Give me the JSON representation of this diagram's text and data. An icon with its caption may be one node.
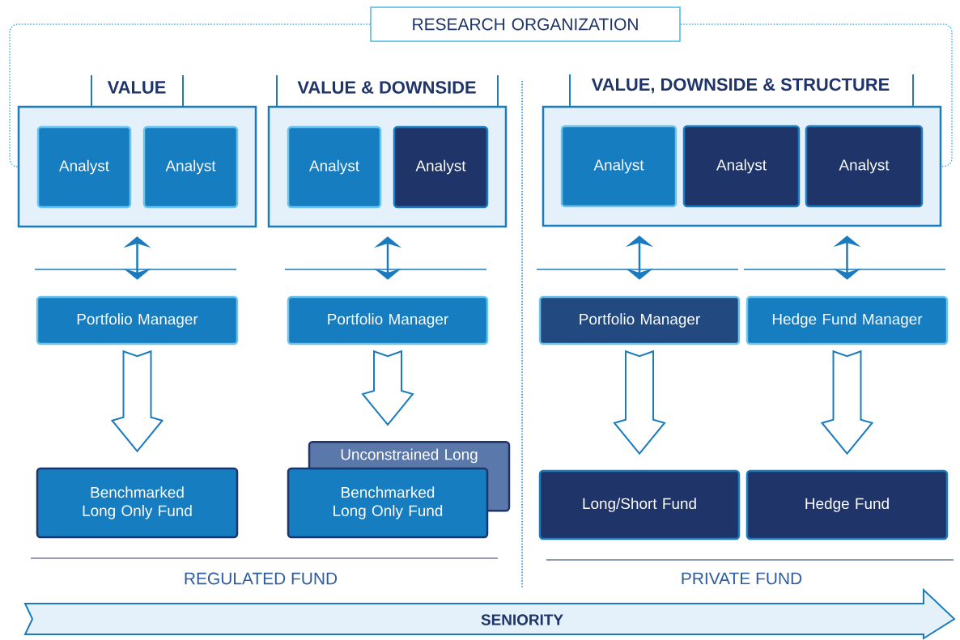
{
  "diagram": {
    "nodes": [
      {
        "text": [
          "RESEARCH ORGANIZATION"
        ]
      },
      {
        "text": [
          "VALUE"
        ]
      },
      {
        "text": [
          "Analyst"
        ],
        "in": 1
      },
      {
        "text": [
          "Analyst"
        ],
        "in": 1
      },
      {
        "text": [
          "VALUE & DOWNSIDE"
        ]
      },
      {
        "text": [
          "Analyst"
        ],
        "in": 4
      },
      {
        "text": [
          "Analyst"
        ],
        "in": 4
      },
      {
        "text": [
          "VALUE, DOWNSIDE & STRUCTURE"
        ]
      },
      {
        "text": [
          "Analyst"
        ],
        "in": 7
      },
      {
        "text": [
          "Analyst"
        ],
        "in": 7
      },
      {
        "text": [
          "Analyst"
        ],
        "in": 7
      },
      {
        "text": [
          "Portfolio Manager"
        ]
      },
      {
        "text": [
          "Portfolio Manager"
        ]
      },
      {
        "text": [
          "Portfolio Manager"
        ]
      },
      {
        "text": [
          "Hedge Fund Manager"
        ]
      },
      {
        "text": [
          "Benchmarked Long Only Fund"
        ]
      },
      {
        "text": [
          "Unconstrained Long"
        ]
      },
      {
        "text": [
          "Benchmarked Long Only Fund"
        ]
      },
      {
        "text": [
          "Long/Short Fund"
        ]
      },
      {
        "text": [
          "Hedge Fund"
        ]
      }
    ],
    "edges": [
      {
        "from": 0,
        "to": 1,
        "arrow": "none",
        "style": "dashed",
        "color": "#3fb0e0"
      },
      {
        "from": 0,
        "to": 7,
        "arrow": "none",
        "style": "dashed",
        "color": "#3fb0e0"
      },
      {
        "from": 1,
        "to": 11,
        "arrow": "both"
      },
      {
        "from": 4,
        "to": 12,
        "arrow": "both"
      },
      {
        "from": 7,
        "to": 13,
        "arrow": "both"
      },
      {
        "from": 7,
        "to": 14,
        "arrow": "both"
      },
      {
        "from": 11,
        "to": 15,
        "arrow": "to"
      },
      {
        "from": 12,
        "to": 16,
        "arrow": "to"
      },
      {
        "from": 13,
        "to": 18,
        "arrow": "to"
      },
      {
        "from": 14,
        "to": 19,
        "arrow": "to"
      }
    ],
    "labels": [
      "REGULATED FUND",
      "PRIVATE FUND",
      "SENIORITY"
    ]
  }
}
